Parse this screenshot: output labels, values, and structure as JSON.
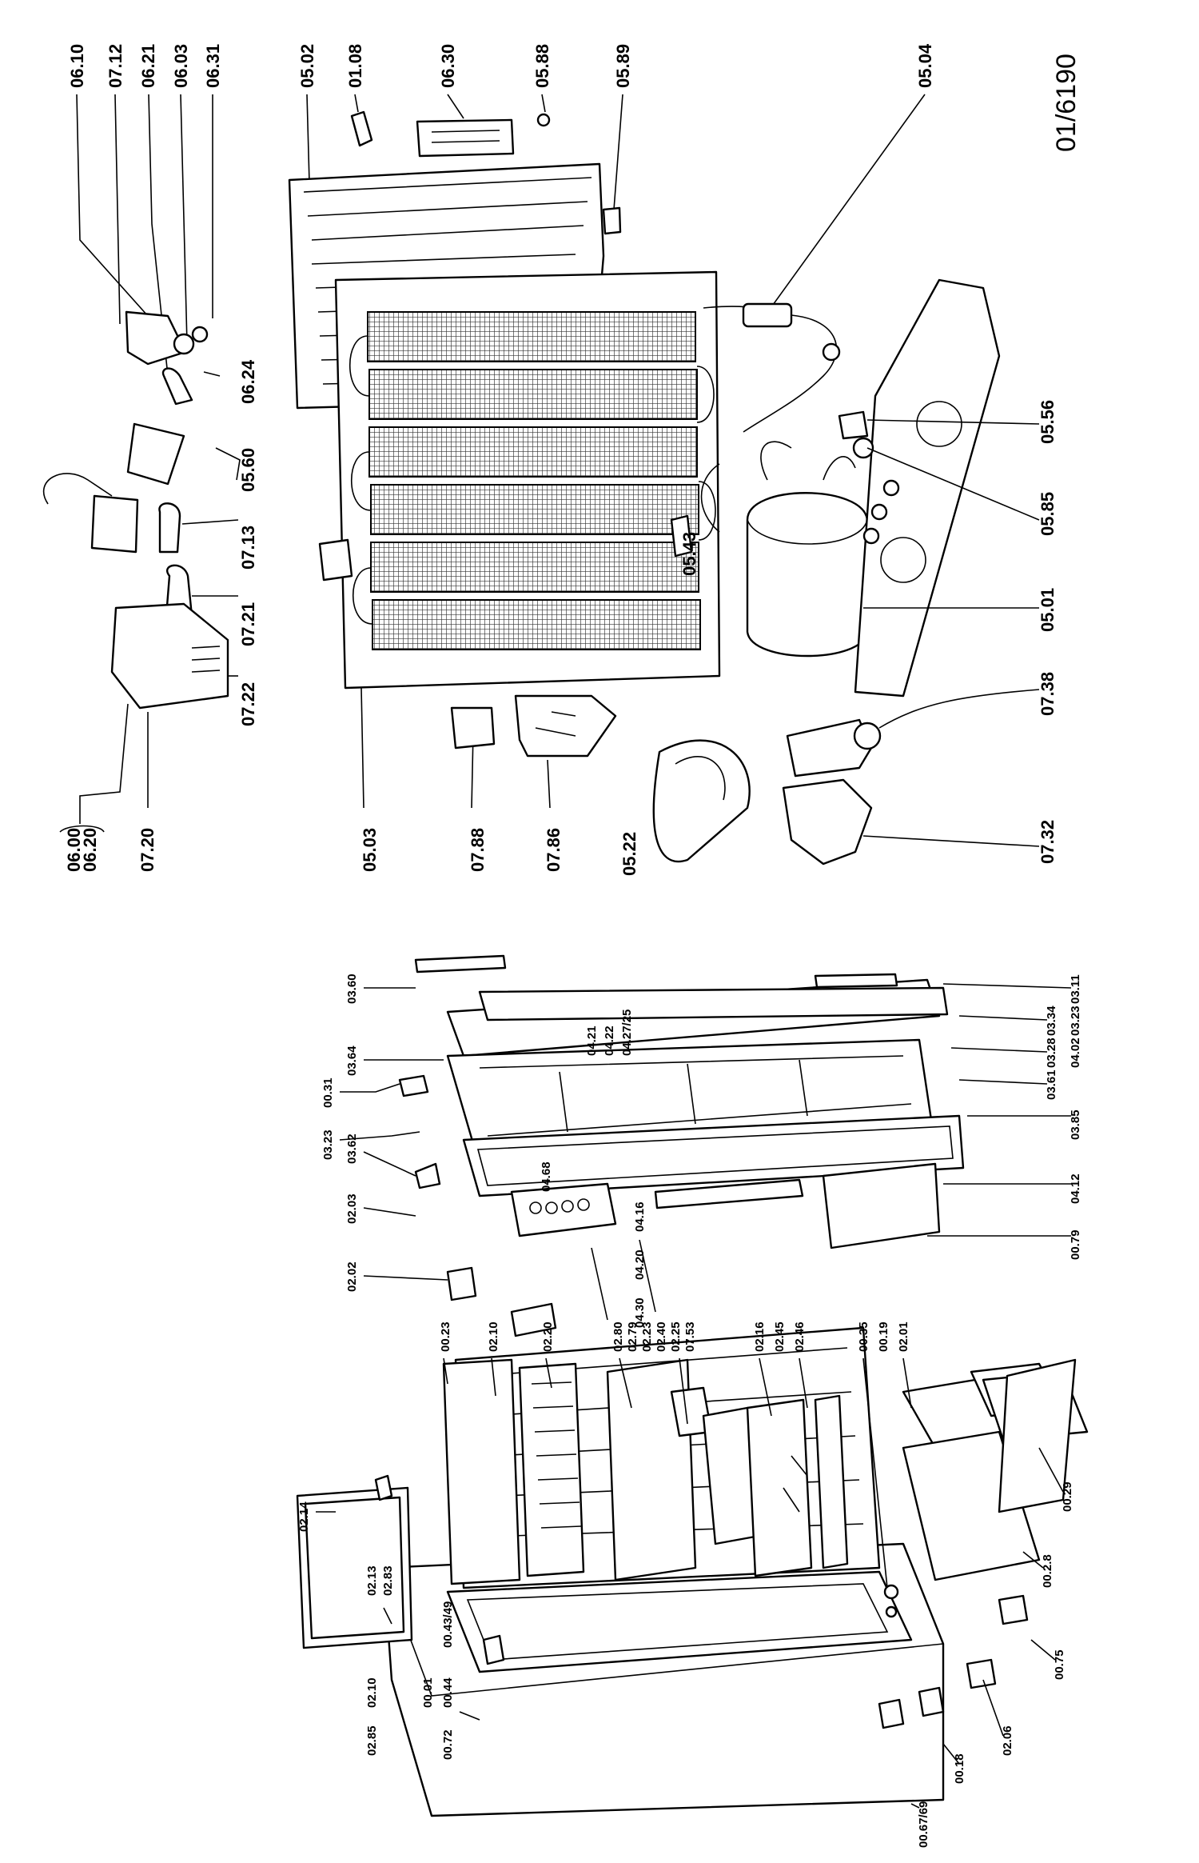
{
  "drawing_ref": "01/6190",
  "labels_top": [
    "06.10",
    "07.12",
    "06.21",
    "06.03",
    "06.31",
    "05.02",
    "01.08",
    "06.30",
    "05.88",
    "05.89",
    "05.04"
  ],
  "labels_middle": [
    "06.24",
    "05.60",
    "07.13",
    "07.21",
    "07.22",
    "05.43",
    "05.56",
    "05.85",
    "05.01",
    "07.38",
    "07.32",
    "05.22",
    "07.86",
    "07.88",
    "05.03",
    "07.20"
  ],
  "group_bottom": {
    "line1": "06.00",
    "line2": "06.20"
  },
  "labels_door": [
    "03.60",
    "03.64",
    "00.31",
    "03.23",
    "03.62",
    "02.03",
    "02.02",
    "04.21",
    "04.22",
    "04.27/25",
    "04.68",
    "04.16",
    "04.20",
    "04.30",
    "03.11",
    "03.34",
    "03.23",
    "03.28",
    "04.02",
    "03.61",
    "03.85",
    "04.12",
    "00.79"
  ],
  "labels_cabinet_top": [
    "00.23",
    "02.10",
    "02.20",
    "02.80",
    "02.79",
    "02.23",
    "02.40",
    "02.25",
    "07.53",
    "02.16",
    "02.45",
    "02.46",
    "00.35",
    "00.19",
    "02.01"
  ],
  "labels_cabinet_side": [
    "02.14",
    "02.13",
    "02.83",
    "02.85",
    "02.10",
    "00.01",
    "00.44",
    "00.43/49",
    "00.72",
    "00.67/69",
    "00.18",
    "02.06",
    "00.75",
    "00.2.8",
    "00.29"
  ]
}
